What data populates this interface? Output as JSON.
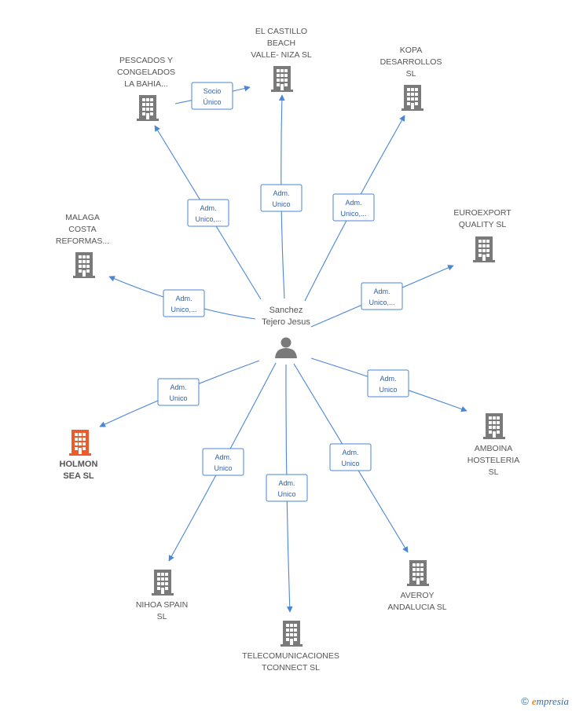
{
  "center": {
    "label_lines": [
      "Sanchez",
      "Tejero Jesus"
    ]
  },
  "colors": {
    "building": "#7a7a7a",
    "building_highlight": "#f05a28",
    "edge": "#4a86d6",
    "person": "#7a7a7a"
  },
  "nodes": [
    {
      "id": "castillo",
      "label_lines": [
        "EL CASTILLO",
        "BEACH",
        "VALLE- NIZA  SL"
      ],
      "relation_lines": [
        "Adm.",
        "Unico"
      ],
      "highlight": false
    },
    {
      "id": "pescados",
      "label_lines": [
        "PESCADOS Y",
        "CONGELADOS",
        "LA BAHIA..."
      ],
      "relation_lines": [
        "Adm.",
        "Unico,..."
      ],
      "highlight": false
    },
    {
      "id": "kopa",
      "label_lines": [
        "KOPA",
        "DESARROLLOS",
        "SL"
      ],
      "relation_lines": [
        "Adm.",
        "Unico,..."
      ],
      "highlight": false
    },
    {
      "id": "malaga",
      "label_lines": [
        "MALAGA",
        "COSTA",
        "REFORMAS..."
      ],
      "relation_lines": [
        "Adm.",
        "Unico,..."
      ],
      "highlight": false
    },
    {
      "id": "euroexport",
      "label_lines": [
        "EUROEXPORT",
        "QUALITY  SL"
      ],
      "relation_lines": [
        "Adm.",
        "Unico,..."
      ],
      "highlight": false
    },
    {
      "id": "holmon",
      "label_lines": [
        "HOLMON",
        "SEA  SL"
      ],
      "relation_lines": [
        "Adm.",
        "Unico"
      ],
      "highlight": true
    },
    {
      "id": "amboina",
      "label_lines": [
        "AMBOINA",
        "HOSTELERIA",
        "SL"
      ],
      "relation_lines": [
        "Adm.",
        "Unico"
      ],
      "highlight": false
    },
    {
      "id": "nihoa",
      "label_lines": [
        "NIHOA SPAIN",
        "SL"
      ],
      "relation_lines": [
        "Adm.",
        "Unico"
      ],
      "highlight": false
    },
    {
      "id": "telecom",
      "label_lines": [
        "TELECOMUNICACIONES",
        "TCONNECT  SL"
      ],
      "relation_lines": [
        "Adm.",
        "Unico"
      ],
      "highlight": false
    },
    {
      "id": "averoy",
      "label_lines": [
        "AVEROY",
        "ANDALUCIA  SL"
      ],
      "relation_lines": [
        "Adm.",
        "Unico"
      ],
      "highlight": false
    }
  ],
  "extra_edges": [
    {
      "from": "pescados",
      "to": "castillo",
      "relation_lines": [
        "Socio",
        "Único"
      ]
    }
  ],
  "brand": {
    "symbol": "©",
    "first_letter": "e",
    "rest": "mpresia"
  }
}
